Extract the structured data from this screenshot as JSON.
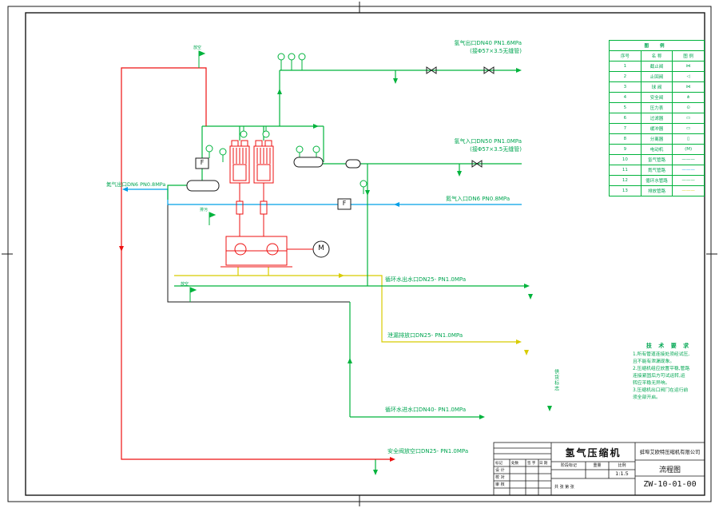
{
  "colors": {
    "green": "#00b33c",
    "green_text": "#00a651",
    "red": "#ee1111",
    "blue": "#00a0e8",
    "yellow": "#d8cc00",
    "line_black": "#1a1a1a"
  },
  "pipe_labels": {
    "h2_outlet": {
      "text": "氢气出口DN40 PN1.6MPa",
      "sub": "(接Φ57×3.5无缝管)"
    },
    "h2_inlet": {
      "text": "氢气入口DN50 PN1.0MPa",
      "sub": "(接Φ57×3.5无缝管)"
    },
    "n2_inlet": {
      "text": "氮气入口DN6 PN0.8MPa"
    },
    "n2_outlet": {
      "text": "氮气出口DN6 PN0.8MPa"
    },
    "cw_outlet": {
      "text": "循环水出水口DN25- PN1.0MPa"
    },
    "leak_drain": {
      "text": "泄漏排放口DN25- PN1.0MPa"
    },
    "cw_inlet": {
      "text": "循环水进水口DN40- PN1.0MPa"
    },
    "relief_vent": {
      "text": "安全阀放空口DN25- PN1.0MPa"
    },
    "vent_top": "放空",
    "vent_mid": "放空",
    "drain_small": "排污",
    "supply_mark": "供货标志"
  },
  "equipment": {
    "motor": "M",
    "filter1": "F",
    "filter2": "F"
  },
  "legend": {
    "title": "图  例",
    "headers": [
      "序号",
      "名  称",
      "图  例"
    ],
    "rows": [
      {
        "no": "1",
        "name": "截止阀",
        "symbol": "⋈",
        "color": "#00a651"
      },
      {
        "no": "2",
        "name": "止回阀",
        "symbol": "◁",
        "color": "#00a651"
      },
      {
        "no": "3",
        "name": "球 阀",
        "symbol": "⋈",
        "color": "#00a651"
      },
      {
        "no": "4",
        "name": "安全阀",
        "symbol": "⋔",
        "color": "#00a651"
      },
      {
        "no": "5",
        "name": "压力表",
        "symbol": "⊙",
        "color": "#00a651"
      },
      {
        "no": "6",
        "name": "过滤器",
        "symbol": "▭",
        "color": "#00a651"
      },
      {
        "no": "7",
        "name": "缓冲器",
        "symbol": "▭",
        "color": "#00a651"
      },
      {
        "no": "8",
        "name": "分离器",
        "symbol": "▯",
        "color": "#00a651"
      },
      {
        "no": "9",
        "name": "电动机",
        "symbol": "(M)",
        "color": "#00a651"
      },
      {
        "no": "10",
        "name": "氢气管路",
        "symbol": "———",
        "color": "#00a651"
      },
      {
        "no": "11",
        "name": "氮气管路",
        "symbol": "———",
        "color": "#00a0e8"
      },
      {
        "no": "12",
        "name": "循环水管路",
        "symbol": "———",
        "color": "#00b33c"
      },
      {
        "no": "13",
        "name": "排放管路",
        "symbol": "———",
        "color": "#d8cc00"
      }
    ]
  },
  "tech": {
    "title": "技 术 要 求",
    "lines": [
      "1.所有管道连接处须经试压,",
      "且不能有泄漏现象。",
      "2.压缩机组应放置平稳,管路",
      "连接紧固后方可试运转,运",
      "转应平稳无异响。",
      "3.压缩机出口阀门在运行前",
      "须全部开启。"
    ]
  },
  "titleblock": {
    "drawing_title": "氢气压缩机",
    "company": "蚌埠艾欧特压缩机有限公司",
    "doc_type": "流程图",
    "drawing_no": "ZW-10-01-00",
    "stage_label": "阶段标记",
    "weight_label": "重量",
    "scale_label": "比例",
    "scale": "1:1.5",
    "sheet": "共 张  第 张",
    "sign_rows": [
      "设 计",
      "校 对",
      "审 核"
    ],
    "rev_headers": [
      "标记",
      "处数",
      "签 字",
      "日 期"
    ]
  }
}
